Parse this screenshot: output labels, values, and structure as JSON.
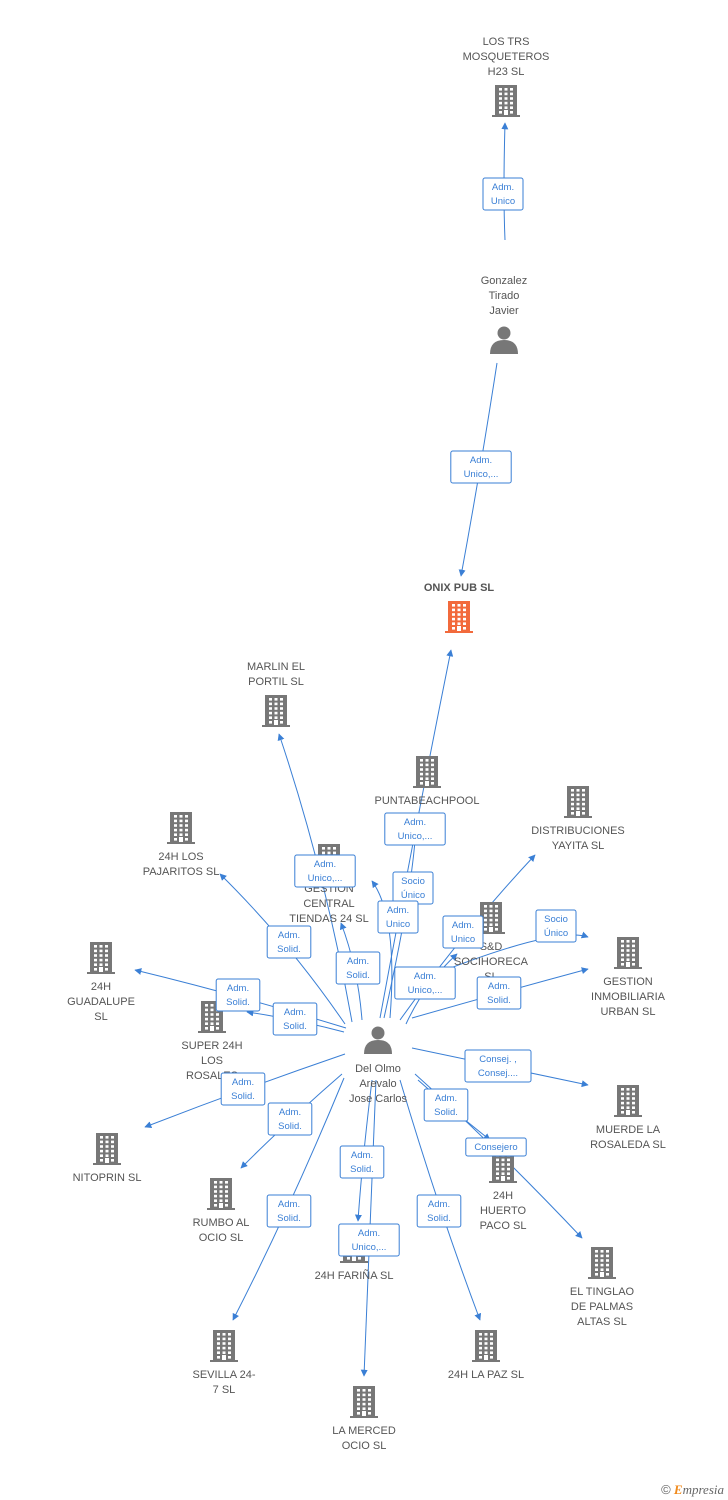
{
  "colors": {
    "edge": "#3a7fd5",
    "node": "#777777",
    "focus": "#f26a3c",
    "label": "#555555"
  },
  "nodes": [
    {
      "id": "los_trs",
      "type": "company",
      "lines": [
        "LOS TRS",
        "MOSQUETEROS",
        "H23  SL"
      ]
    },
    {
      "id": "gonzalez",
      "type": "person",
      "lines": [
        "Gonzalez",
        "Tirado",
        "Javier"
      ]
    },
    {
      "id": "onix",
      "type": "company",
      "focus": true,
      "lines": [
        "ONIX PUB  SL"
      ]
    },
    {
      "id": "marlin",
      "type": "company",
      "lines": [
        "MARLIN EL",
        "PORTIL  SL"
      ]
    },
    {
      "id": "puntabeach",
      "type": "company",
      "lines": [
        "PUNTABEACHPOOL"
      ]
    },
    {
      "id": "distribuciones",
      "type": "company",
      "lines": [
        "DISTRIBUCIONES",
        "YAYITA  SL"
      ]
    },
    {
      "id": "pajaritos",
      "type": "company",
      "lines": [
        "24H LOS",
        "PAJARITOS  SL"
      ]
    },
    {
      "id": "gestion_central",
      "type": "company",
      "lines": [
        "GESTION",
        "CENTRAL",
        "TIENDAS 24  SL"
      ]
    },
    {
      "id": "socihoreca",
      "type": "company",
      "lines": [
        "S&D",
        "SOCIHORECA",
        "SL"
      ]
    },
    {
      "id": "guadalupe",
      "type": "company",
      "lines": [
        "24H",
        "GUADALUPE",
        "SL"
      ]
    },
    {
      "id": "gestion_inmob",
      "type": "company",
      "lines": [
        "GESTION",
        "INMOBILIARIA",
        "URBAN  SL"
      ]
    },
    {
      "id": "super24",
      "type": "company",
      "lines": [
        "SUPER 24H",
        "LOS",
        "ROSALES"
      ]
    },
    {
      "id": "delolmo",
      "type": "person",
      "lines": [
        "Del Olmo",
        "Arevalo",
        "Jose Carlos"
      ]
    },
    {
      "id": "muerde",
      "type": "company",
      "lines": [
        "MUERDE LA",
        "ROSALEDA  SL"
      ]
    },
    {
      "id": "nitoprin",
      "type": "company",
      "lines": [
        "NITOPRIN  SL"
      ]
    },
    {
      "id": "huerto",
      "type": "company",
      "lines": [
        "24H",
        "HUERTO",
        "PACO  SL"
      ]
    },
    {
      "id": "rumbo",
      "type": "company",
      "lines": [
        "RUMBO AL",
        "OCIO  SL"
      ]
    },
    {
      "id": "farina",
      "type": "company",
      "lines": [
        "24H FARIÑA  SL"
      ]
    },
    {
      "id": "tinglao",
      "type": "company",
      "lines": [
        "EL TINGLAO",
        "DE PALMAS",
        "ALTAS  SL"
      ]
    },
    {
      "id": "sevilla",
      "type": "company",
      "lines": [
        "SEVILLA 24-",
        "7  SL"
      ]
    },
    {
      "id": "lapaz",
      "type": "company",
      "lines": [
        "24H LA PAZ  SL"
      ]
    },
    {
      "id": "merced",
      "type": "company",
      "lines": [
        "LA MERCED",
        "OCIO  SL"
      ]
    }
  ],
  "edges": [
    {
      "from": "gonzalez",
      "to": "los_trs",
      "label": [
        "Adm.",
        "Unico"
      ]
    },
    {
      "from": "gonzalez",
      "to": "onix",
      "label": [
        "Adm.",
        "Unico,..."
      ]
    },
    {
      "from": "delolmo",
      "to": "onix",
      "label": [
        "Adm.",
        "Unico,..."
      ]
    },
    {
      "from": "delolmo",
      "to": "marlin",
      "label": [
        "Adm.",
        "Unico,..."
      ]
    },
    {
      "from": "delolmo",
      "to": "puntabeach",
      "label": [
        "Socio",
        "Único"
      ]
    },
    {
      "from": "delolmo",
      "to": "pajaritos",
      "label": [
        "Adm.",
        "Solid."
      ]
    },
    {
      "from": "delolmo",
      "to": "gestion_central",
      "label": [
        "Adm.",
        "Solid."
      ]
    },
    {
      "from": "delolmo",
      "to": "gestion_central",
      "label": [
        "Adm.",
        "Unico"
      ]
    },
    {
      "from": "delolmo",
      "to": "distribuciones",
      "label": [
        "Adm.",
        "Unico"
      ]
    },
    {
      "from": "delolmo",
      "to": "socihoreca",
      "label": [
        "Adm.",
        "Unico,..."
      ]
    },
    {
      "from": "delolmo",
      "to": "socihoreca",
      "label": [
        "Socio",
        "Único"
      ]
    },
    {
      "from": "delolmo",
      "to": "guadalupe",
      "label": [
        "Adm.",
        "Solid."
      ]
    },
    {
      "from": "delolmo",
      "to": "super24",
      "label": [
        "Adm.",
        "Solid."
      ]
    },
    {
      "from": "delolmo",
      "to": "gestion_inmob",
      "label": [
        "Adm.",
        "Solid."
      ]
    },
    {
      "from": "delolmo",
      "to": "muerde",
      "label": [
        "Consej. ,",
        "Consej...."
      ]
    },
    {
      "from": "delolmo",
      "to": "nitoprin",
      "label": [
        "Adm.",
        "Solid."
      ]
    },
    {
      "from": "delolmo",
      "to": "rumbo",
      "label": [
        "Adm.",
        "Solid."
      ]
    },
    {
      "from": "delolmo",
      "to": "huerto",
      "label": [
        "Adm.",
        "Solid."
      ]
    },
    {
      "from": "delolmo",
      "to": "tinglao",
      "label": [
        "Consejero"
      ]
    },
    {
      "from": "delolmo",
      "to": "farina",
      "label": [
        "Adm.",
        "Solid."
      ]
    },
    {
      "from": "delolmo",
      "to": "sevilla",
      "label": [
        "Adm.",
        "Solid."
      ]
    },
    {
      "from": "delolmo",
      "to": "lapaz",
      "label": [
        "Adm.",
        "Solid."
      ]
    },
    {
      "from": "delolmo",
      "to": "merced",
      "label": [
        "Adm.",
        "Unico,..."
      ]
    }
  ],
  "footer": {
    "copyright": "©",
    "brand_initial": "E",
    "brand_rest": "mpresia"
  }
}
